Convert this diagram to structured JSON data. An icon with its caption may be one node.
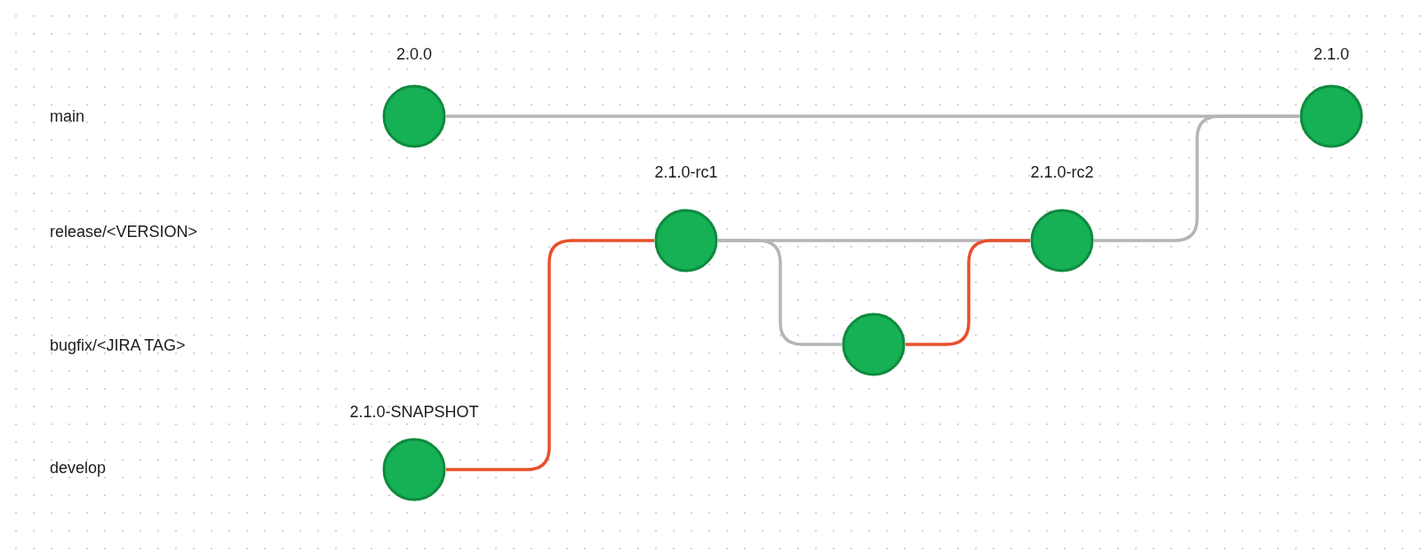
{
  "diagram": {
    "nodes": [
      {
        "text": [],
        "shape": "circle",
        "beside": [
          "2.0.0"
        ]
      },
      {
        "text": [],
        "shape": "circle",
        "beside": [
          "2.1.0"
        ]
      },
      {
        "text": [],
        "shape": "circle",
        "beside": [
          "2.1.0-rc1"
        ]
      },
      {
        "text": [],
        "shape": "circle",
        "beside": [
          "2.1.0-rc2"
        ]
      },
      {
        "text": [],
        "shape": "circle"
      },
      {
        "text": [],
        "shape": "circle",
        "beside": [
          "2.1.0-SNAPSHOT"
        ]
      }
    ],
    "edges": [
      {
        "from": 0,
        "to": 1,
        "arrow": "none"
      },
      {
        "from": 3,
        "to": 1,
        "arrow": "none"
      },
      {
        "from": 2,
        "to": 3,
        "arrow": "none"
      },
      {
        "from": 2,
        "to": 4,
        "arrow": "none"
      },
      {
        "from": 4,
        "to": 3,
        "arrow": "none",
        "color": "#e8502a"
      },
      {
        "from": 5,
        "to": 2,
        "arrow": "none",
        "color": "#e8502a"
      }
    ],
    "labels": [
      "main",
      "release/<VERSION>",
      "bugfix/<JIRA TAG>",
      "develop"
    ]
  }
}
